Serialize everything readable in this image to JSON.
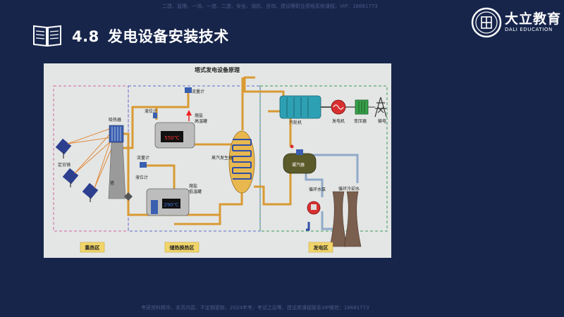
{
  "header": {
    "watermark_top": "二建、监理、一消、一造、二造、安全、消防、咨询、建设等职业资格系统课程，VIP：18681773",
    "section_number": "4.8",
    "section_title": "发电设备安装技术"
  },
  "brand": {
    "name_cn": "大立教育",
    "name_en": "DALI EDUCATION"
  },
  "diagram": {
    "title": "塔式发电设备原理",
    "zones": {
      "collection": "集热区",
      "storage": "储热换热区",
      "power": "发电区"
    },
    "labels": {
      "receiver": "吸热器",
      "tower": "塔",
      "heliostat": "定日镜",
      "flowmeter_1": "流量计",
      "flowmeter_2": "流量计",
      "level_1": "液位计",
      "level_2": "液位计",
      "hot_tank": "熔盐\n高温罐",
      "cold_tank": "熔盐\n低温罐",
      "hot_temp": "550℃",
      "cold_temp": "290℃",
      "steam_generator": "蒸汽发生器",
      "turbine": "汽轮机",
      "generator": "发电机",
      "transformer": "变压器",
      "transmission": "输电",
      "condenser": "凝汽器",
      "pump": "循环水泵",
      "cooling": "循环冷却水"
    }
  },
  "footer": {
    "watermark_bottom": "考研资料精华、本页内容、不定期更新、2024年考、考试之后等、建设类课程联系VIP微信：18681773"
  }
}
